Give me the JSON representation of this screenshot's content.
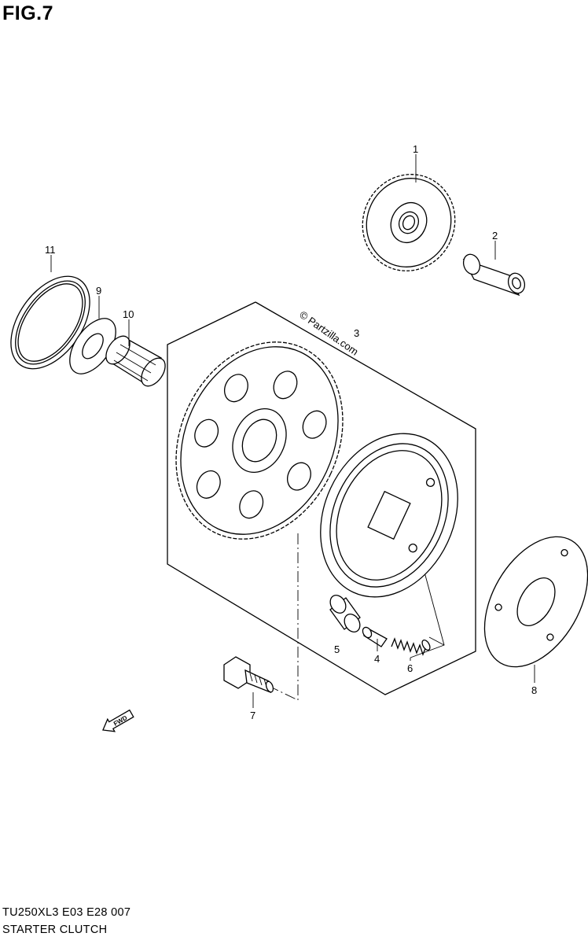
{
  "figure": {
    "title": "FIG.7"
  },
  "watermark": "© Partzilla.com",
  "callouts": [
    {
      "id": "1",
      "label": "1"
    },
    {
      "id": "2",
      "label": "2"
    },
    {
      "id": "3",
      "label": "3"
    },
    {
      "id": "4",
      "label": "4"
    },
    {
      "id": "5",
      "label": "5"
    },
    {
      "id": "6",
      "label": "6"
    },
    {
      "id": "7",
      "label": "7"
    },
    {
      "id": "8",
      "label": "8"
    },
    {
      "id": "9",
      "label": "9"
    },
    {
      "id": "10",
      "label": "10"
    },
    {
      "id": "11",
      "label": "11"
    }
  ],
  "fwd_arrow": {
    "label": "FWD"
  },
  "footer": {
    "code": "TU250XL3  E03  E28  007",
    "name": "STARTER CLUTCH"
  }
}
